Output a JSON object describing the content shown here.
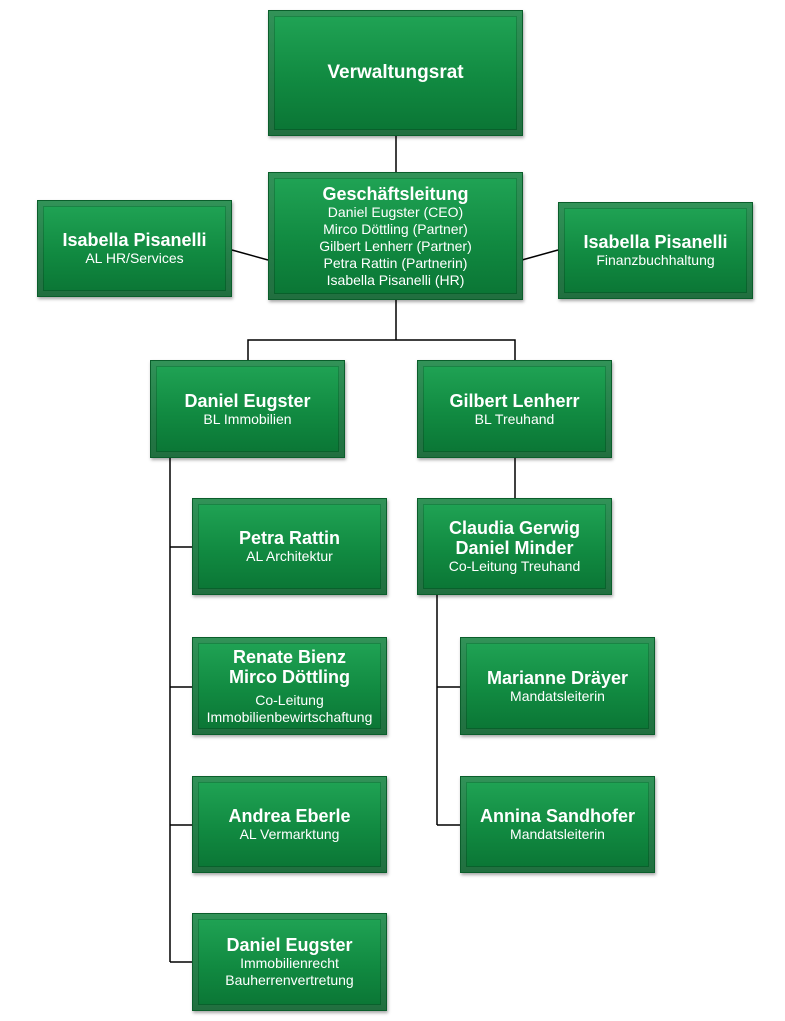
{
  "nodes": {
    "verwaltungsrat": {
      "title": "Verwaltungsrat"
    },
    "geschaeftsleitung": {
      "title": "Geschäftsleitung",
      "members": [
        "Daniel Eugster (CEO)",
        "Mirco Döttling (Partner)",
        "Gilbert Lenherr (Partner)",
        "Petra Rattin (Partnerin)",
        "Isabella Pisanelli (HR)"
      ]
    },
    "hr_services": {
      "title": "Isabella Pisanelli",
      "role": "AL HR/Services"
    },
    "finanzbuchhaltung": {
      "title": "Isabella Pisanelli",
      "role": "Finanzbuchhaltung"
    },
    "bl_immobilien": {
      "title": "Daniel Eugster",
      "role": "BL Immobilien"
    },
    "bl_treuhand": {
      "title": "Gilbert Lenherr",
      "role": "BL Treuhand"
    },
    "architektur": {
      "title": "Petra Rattin",
      "role": "AL Architektur"
    },
    "bewirtschaftung": {
      "title_line1": "Renate Bienz",
      "title_line2": "Mirco Döttling",
      "role_line1": "Co-Leitung",
      "role_line2": "Immobilienbewirtschaftung"
    },
    "vermarktung": {
      "title": "Andrea Eberle",
      "role": "AL Vermarktung"
    },
    "immobilienrecht": {
      "title": "Daniel Eugster",
      "role_line1": "Immobilienrecht",
      "role_line2": "Bauherrenvertretung"
    },
    "co_leitung_treuhand": {
      "title_line1": "Claudia Gerwig",
      "title_line2": "Daniel Minder",
      "role": "Co-Leitung Treuhand"
    },
    "mandat_1": {
      "title": "Marianne Dräyer",
      "role": "Mandatsleiterin"
    },
    "mandat_2": {
      "title": "Annina Sandhofer",
      "role": "Mandatsleiterin"
    }
  }
}
